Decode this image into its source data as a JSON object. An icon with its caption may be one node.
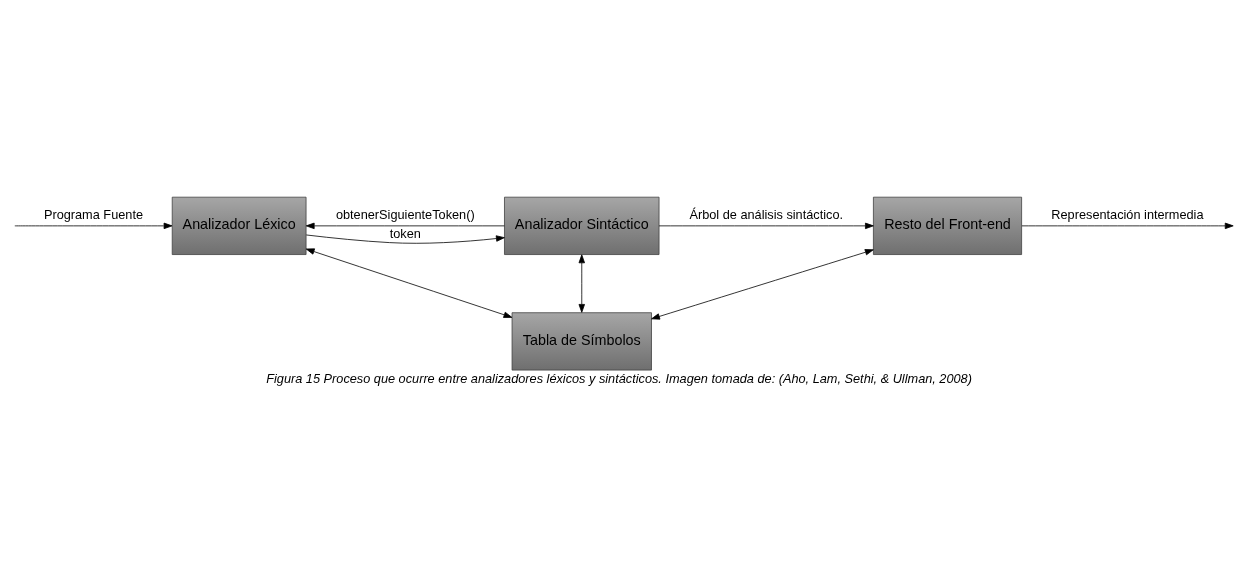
{
  "diagram": {
    "caption": "Figura 15 Proceso que ocurre entre analizadores léxicos y sintácticos. Imagen tomada de: (Aho, Lam, Sethi, & Ullman, 2008)",
    "nodes": [
      {
        "text": [
          "Analizador Léxico"
        ]
      },
      {
        "text": [
          "Analizador Sintáctico"
        ]
      },
      {
        "text": [
          "Resto del Front-end"
        ]
      },
      {
        "text": [
          "Tabla de Símbolos"
        ]
      }
    ],
    "edges": [
      {
        "from": null,
        "to": 0,
        "arrow": "to",
        "label": "Programa Fuente"
      },
      {
        "from": 0,
        "to": 1,
        "arrow": "to",
        "label": "token"
      },
      {
        "from": 1,
        "to": 0,
        "arrow": "to",
        "label": "obtenerSiguienteToken()"
      },
      {
        "from": 1,
        "to": 2,
        "arrow": "to",
        "label": "Árbol de análisis sintáctico."
      },
      {
        "from": 2,
        "to": null,
        "arrow": "to",
        "label": "Representación intermedia"
      },
      {
        "from": 0,
        "to": 3,
        "arrow": "both"
      },
      {
        "from": 1,
        "to": 3,
        "arrow": "both"
      },
      {
        "from": 2,
        "to": 3,
        "arrow": "both"
      }
    ]
  }
}
